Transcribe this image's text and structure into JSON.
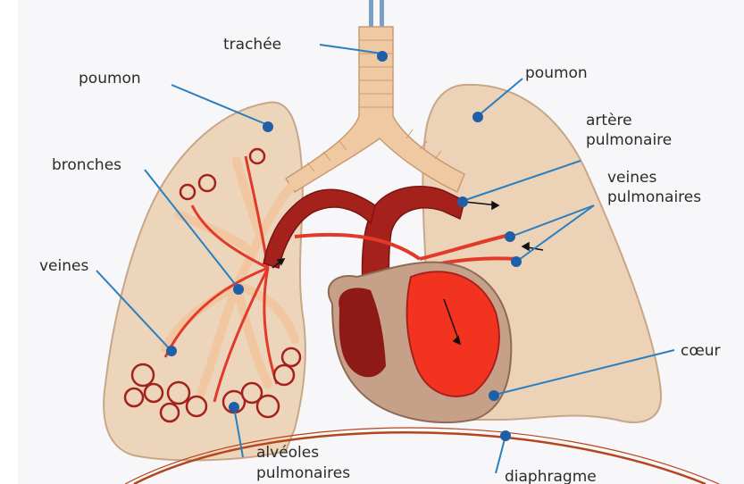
{
  "labels": {
    "trachee": "trachée",
    "poumon_left": "poumon",
    "poumon_right": "poumon",
    "artere_l1": "artère",
    "artere_l2": "pulmonaire",
    "bronches": "bronches",
    "veines_pulm_l1": "veines",
    "veines_pulm_l2": "pulmonaires",
    "veines": "veines",
    "coeur": "cœur",
    "alveoles_l1": "alvéoles",
    "alveoles_l2": "pulmonaires",
    "diaphragme": "diaphragme"
  },
  "colors": {
    "lung": "#efd3b4",
    "lung_outline": "#c9a687",
    "trachea": "#f1c9a0",
    "artery": "#a5211c",
    "vein": "#e2392a",
    "heart_dark": "#8e1a17",
    "heart_bright": "#f2331f",
    "leader": "#2a7fc0",
    "dot": "#1f5fa8",
    "diaphragm": "#b5451c"
  }
}
